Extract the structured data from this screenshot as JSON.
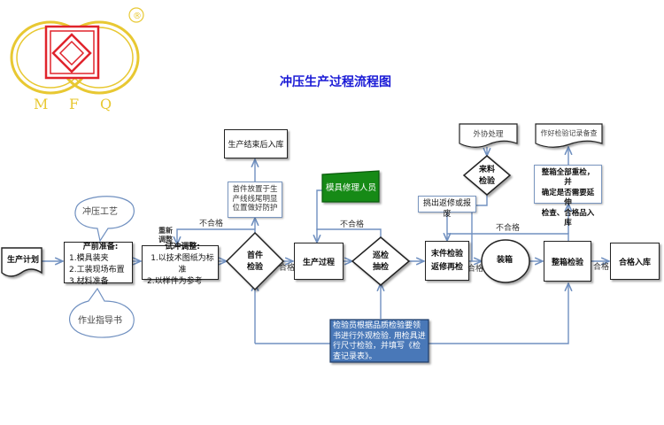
{
  "logo": {
    "letters": [
      "M",
      "F",
      "Q"
    ],
    "registered_mark": "®",
    "ring_color": "#e8c832",
    "mark_color": "#e0242c"
  },
  "title": "冲压生产过程流程图",
  "colors": {
    "connector": "#7090c0",
    "title": "#1a1ad6",
    "green_box": "#138a18",
    "info_box": "#4a78b8"
  },
  "nodes": {
    "production_plan": "生产计划",
    "pre_production": {
      "heading": "产前准备:",
      "lines": [
        "1.模具装夹",
        "2.工装现场布置",
        "3.材料准备"
      ]
    },
    "stamping_process_bubble": "冲压工艺",
    "work_instruction_bubble": "作业指导书",
    "trial_adjust": {
      "heading": "试冲调整:",
      "lines": [
        "1.以技术图纸为标准",
        "2.以样件为参考"
      ]
    },
    "readjust_label": [
      "重新",
      "调整"
    ],
    "first_article_check": [
      "首件",
      "检验"
    ],
    "first_article_note": [
      "首件放置于生",
      "产线线尾明显",
      "位置做好防护"
    ],
    "end_to_storage": "生产结束后入库",
    "die_repair_staff": "模具修理人员",
    "production_process": "生产过程",
    "patrol_check": [
      "巡检",
      "抽检"
    ],
    "outsourcing": "外协处理",
    "incoming_check": [
      "来料",
      "检验"
    ],
    "pick_repair_scrap": "挑出返修或报废",
    "last_article_check": [
      "末件检验",
      "返修再检"
    ],
    "packing": "装箱",
    "full_box_check": "整箱检验",
    "qualified_storage": "合格入库",
    "record_note": "作好检验记录备查",
    "full_recheck_note": [
      "整箱全部重检，并",
      "确定是否需要延伸",
      "检查、合格品入库"
    ],
    "inspector_note": [
      "检验员根据品质检验要领",
      "书进行外观检验. 用检具进",
      "行尺寸检验，并填写《检",
      "查记录表》。"
    ]
  },
  "edge_labels": {
    "fail_1": "不合格",
    "pass_1": "合格",
    "fail_2": "不合格",
    "pass_2": "合格",
    "fail_3": "不合格",
    "pass_3": "合格"
  }
}
